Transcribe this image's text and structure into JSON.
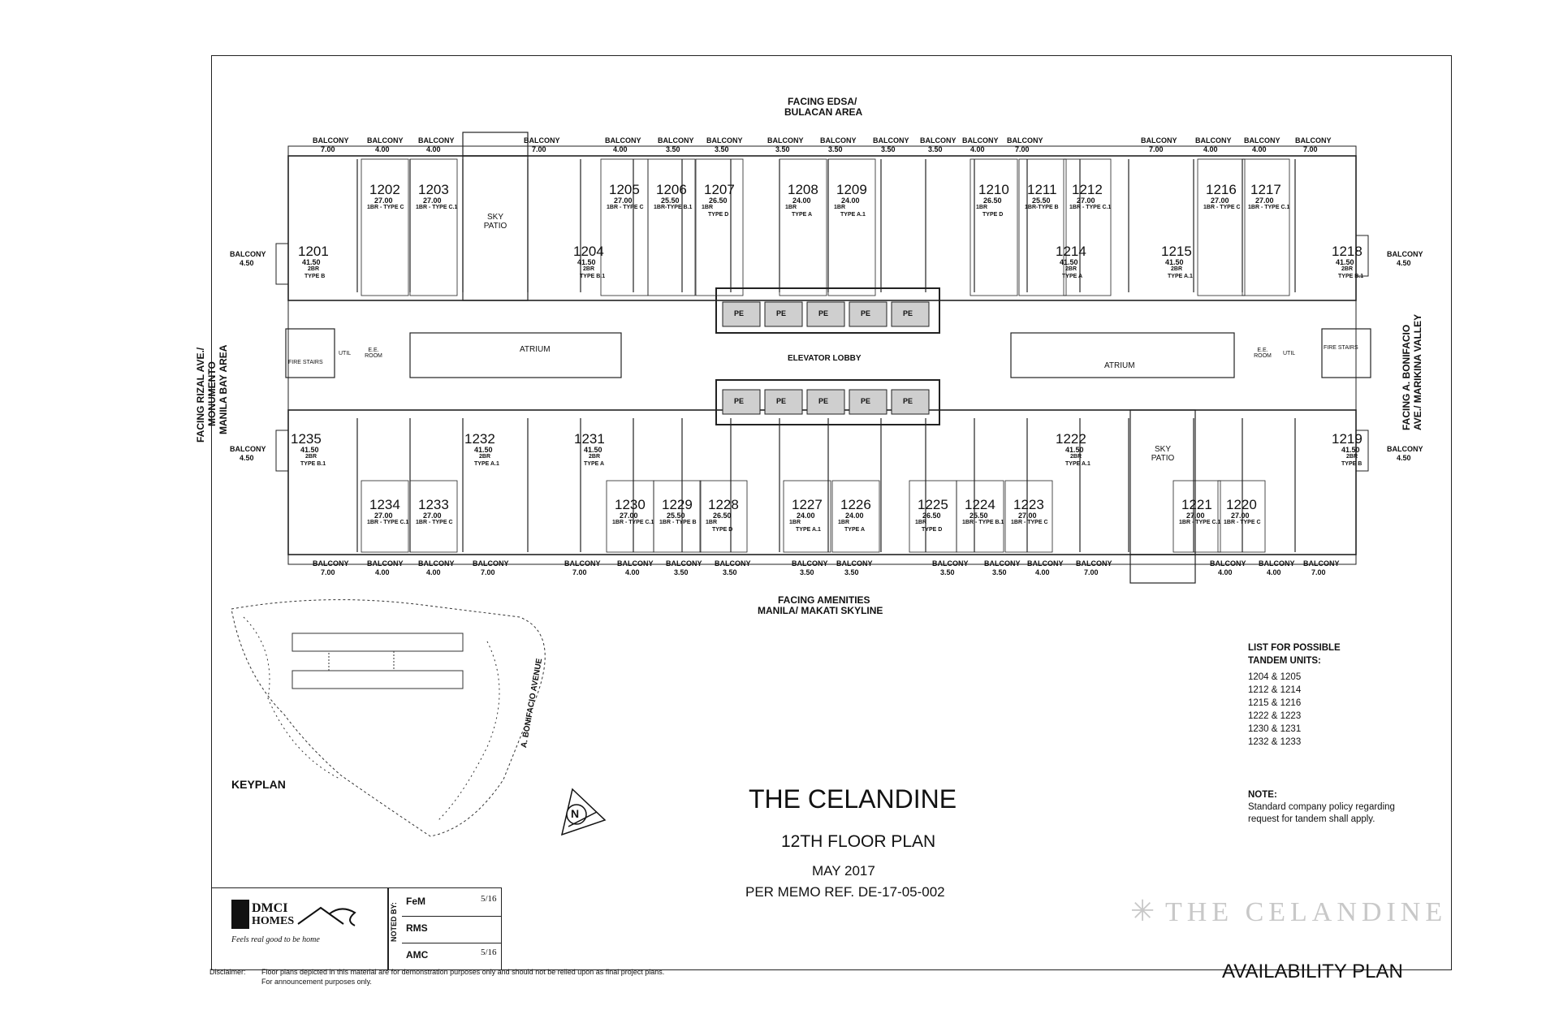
{
  "facing": {
    "north_line1": "FACING EDSA/",
    "north_line2": "BULACAN AREA",
    "south_line1": "FACING AMENITIES",
    "south_line2": "MANILA/ MAKATI SKYLINE",
    "west_line1": "FACING RIZAL AVE./",
    "west_line2": "MONUMENTO",
    "west_line3": "MANILA BAY AREA",
    "east_line1": "FACING A. BONIFACIO",
    "east_line2": "AVE./ MARIKINA VALLEY"
  },
  "balcony_label": "BALCONY",
  "balconies_top": [
    "7.00",
    "4.00",
    "4.00",
    "7.00",
    "4.00",
    "3.50",
    "3.50",
    "3.50",
    "3.50",
    "3.50",
    "3.50",
    "4.00",
    "7.00",
    "7.00",
    "4.00",
    "4.00",
    "7.00"
  ],
  "balconies_bottom": [
    "7.00",
    "4.00",
    "4.00",
    "7.00",
    "7.00",
    "4.00",
    "3.50",
    "3.50",
    "3.50",
    "3.50",
    "3.50",
    "3.50",
    "4.00",
    "7.00",
    "4.00",
    "4.00",
    "7.00"
  ],
  "balconies_side": [
    "4.50",
    "4.50",
    "4.50",
    "4.50"
  ],
  "units_top": [
    {
      "no": "1202",
      "area": "27.00",
      "type": "1BR - TYPE C"
    },
    {
      "no": "1203",
      "area": "27.00",
      "type": "1BR - TYPE C.1"
    },
    {
      "no": "1205",
      "area": "27.00",
      "type": "1BR - TYPE C"
    },
    {
      "no": "1206",
      "area": "25.50",
      "type": "1BR-TYPE B.1"
    },
    {
      "no": "1207",
      "area": "26.50",
      "type": "1BR"
    },
    {
      "no": "1208",
      "area": "24.00",
      "type": "1BR"
    },
    {
      "no": "1209",
      "area": "24.00",
      "type": "1BR"
    },
    {
      "no": "1210",
      "area": "26.50",
      "type": "1BR"
    },
    {
      "no": "1211",
      "area": "25.50",
      "type": "1BR-TYPE B"
    },
    {
      "no": "1212",
      "area": "27.00",
      "type": "1BR - TYPE C.1"
    },
    {
      "no": "1216",
      "area": "27.00",
      "type": "1BR - TYPE C"
    },
    {
      "no": "1217",
      "area": "27.00",
      "type": "1BR - TYPE C.1"
    }
  ],
  "units_top_sub": [
    "",
    "",
    "",
    "",
    "TYPE D",
    "TYPE A",
    "TYPE A.1",
    "TYPE D",
    "",
    "",
    "",
    ""
  ],
  "units_top_2br": [
    {
      "no": "1201",
      "area": "41.50",
      "type": "2BR",
      "sub": "TYPE B"
    },
    {
      "no": "1204",
      "area": "41.50",
      "type": "2BR",
      "sub": "TYPE B.1"
    },
    {
      "no": "1214",
      "area": "41.50",
      "type": "2BR",
      "sub": "TYPE A"
    },
    {
      "no": "1215",
      "area": "41.50",
      "type": "2BR",
      "sub": "TYPE A.1"
    },
    {
      "no": "1218",
      "area": "41.50",
      "type": "2BR",
      "sub": "TYPE B.1"
    }
  ],
  "units_bottom_2br": [
    {
      "no": "1235",
      "area": "41.50",
      "type": "2BR",
      "sub": "TYPE B.1"
    },
    {
      "no": "1232",
      "area": "41.50",
      "type": "2BR",
      "sub": "TYPE A.1"
    },
    {
      "no": "1231",
      "area": "41.50",
      "type": "2BR",
      "sub": "TYPE A"
    },
    {
      "no": "1222",
      "area": "41.50",
      "type": "2BR",
      "sub": "TYPE A.1"
    },
    {
      "no": "1219",
      "area": "41.50",
      "type": "2BR",
      "sub": "TYPE B"
    }
  ],
  "units_bottom": [
    {
      "no": "1234",
      "area": "27.00",
      "type": "1BR - TYPE C.1"
    },
    {
      "no": "1233",
      "area": "27.00",
      "type": "1BR - TYPE C"
    },
    {
      "no": "1230",
      "area": "27.00",
      "type": "1BR - TYPE C.1"
    },
    {
      "no": "1229",
      "area": "25.50",
      "type": "1BR - TYPE B"
    },
    {
      "no": "1228",
      "area": "26.50",
      "type": "1BR"
    },
    {
      "no": "1227",
      "area": "24.00",
      "type": "1BR"
    },
    {
      "no": "1226",
      "area": "24.00",
      "type": "1BR"
    },
    {
      "no": "1225",
      "area": "26.50",
      "type": "1BR"
    },
    {
      "no": "1224",
      "area": "25.50",
      "type": "1BR - TYPE B.1"
    },
    {
      "no": "1223",
      "area": "27.00",
      "type": "1BR - TYPE C"
    },
    {
      "no": "1221",
      "area": "27.00",
      "type": "1BR - TYPE C.1"
    },
    {
      "no": "1220",
      "area": "27.00",
      "type": "1BR - TYPE C"
    }
  ],
  "units_bottom_sub": [
    "",
    "",
    "",
    "",
    "TYPE D",
    "TYPE A.1",
    "TYPE A",
    "TYPE D",
    "",
    "",
    "",
    ""
  ],
  "rooms": {
    "sky_patio": "SKY PATIO",
    "atrium": "ATRIUM",
    "elevator_lobby": "ELEVATOR LOBBY",
    "pe": "PE",
    "ee_room": "E.E. ROOM",
    "util": "UTIL",
    "fire_stairs": "FIRE STAIRS"
  },
  "tandem": {
    "heading_1": "LIST FOR POSSIBLE",
    "heading_2": "TANDEM UNITS:",
    "items": [
      "1204 & 1205",
      "1212 & 1214",
      "1215 & 1216",
      "1222 & 1223",
      "1230 & 1231",
      "1232 & 1233"
    ]
  },
  "note": {
    "heading": "NOTE:",
    "line1": "Standard company policy regarding",
    "line2": "request for tandem shall apply."
  },
  "keyplan": {
    "label": "KEYPLAN",
    "street": "A. BONIFACIO AVENUE"
  },
  "north_arrow": "N",
  "title": {
    "name": "THE CELANDINE",
    "floor": "12TH FLOOR PLAN",
    "date": "MAY 2017",
    "memo": "PER MEMO REF. DE-17-05-002"
  },
  "logo": {
    "brand_1": "DMCI",
    "brand_2": "HOMES",
    "tagline": "Feels real good to be home"
  },
  "noted_by": {
    "label": "NOTED BY:",
    "rows": [
      "FeM",
      "RMS",
      "AMC"
    ],
    "dates": [
      "5/16",
      "",
      "5/16"
    ]
  },
  "watermark": "THE CELANDINE",
  "footer": {
    "availability": "AVAILABILITY PLAN",
    "disclaimer_label": "Disclaimer:",
    "disclaimer_1": "Floor plans depicted in this material are for demonstration purposes only and should not be relied upon as final project plans.",
    "disclaimer_2": "For announcement purposes only."
  },
  "colors": {
    "line": "#222222",
    "pe_fill": "#cfcfcf"
  }
}
